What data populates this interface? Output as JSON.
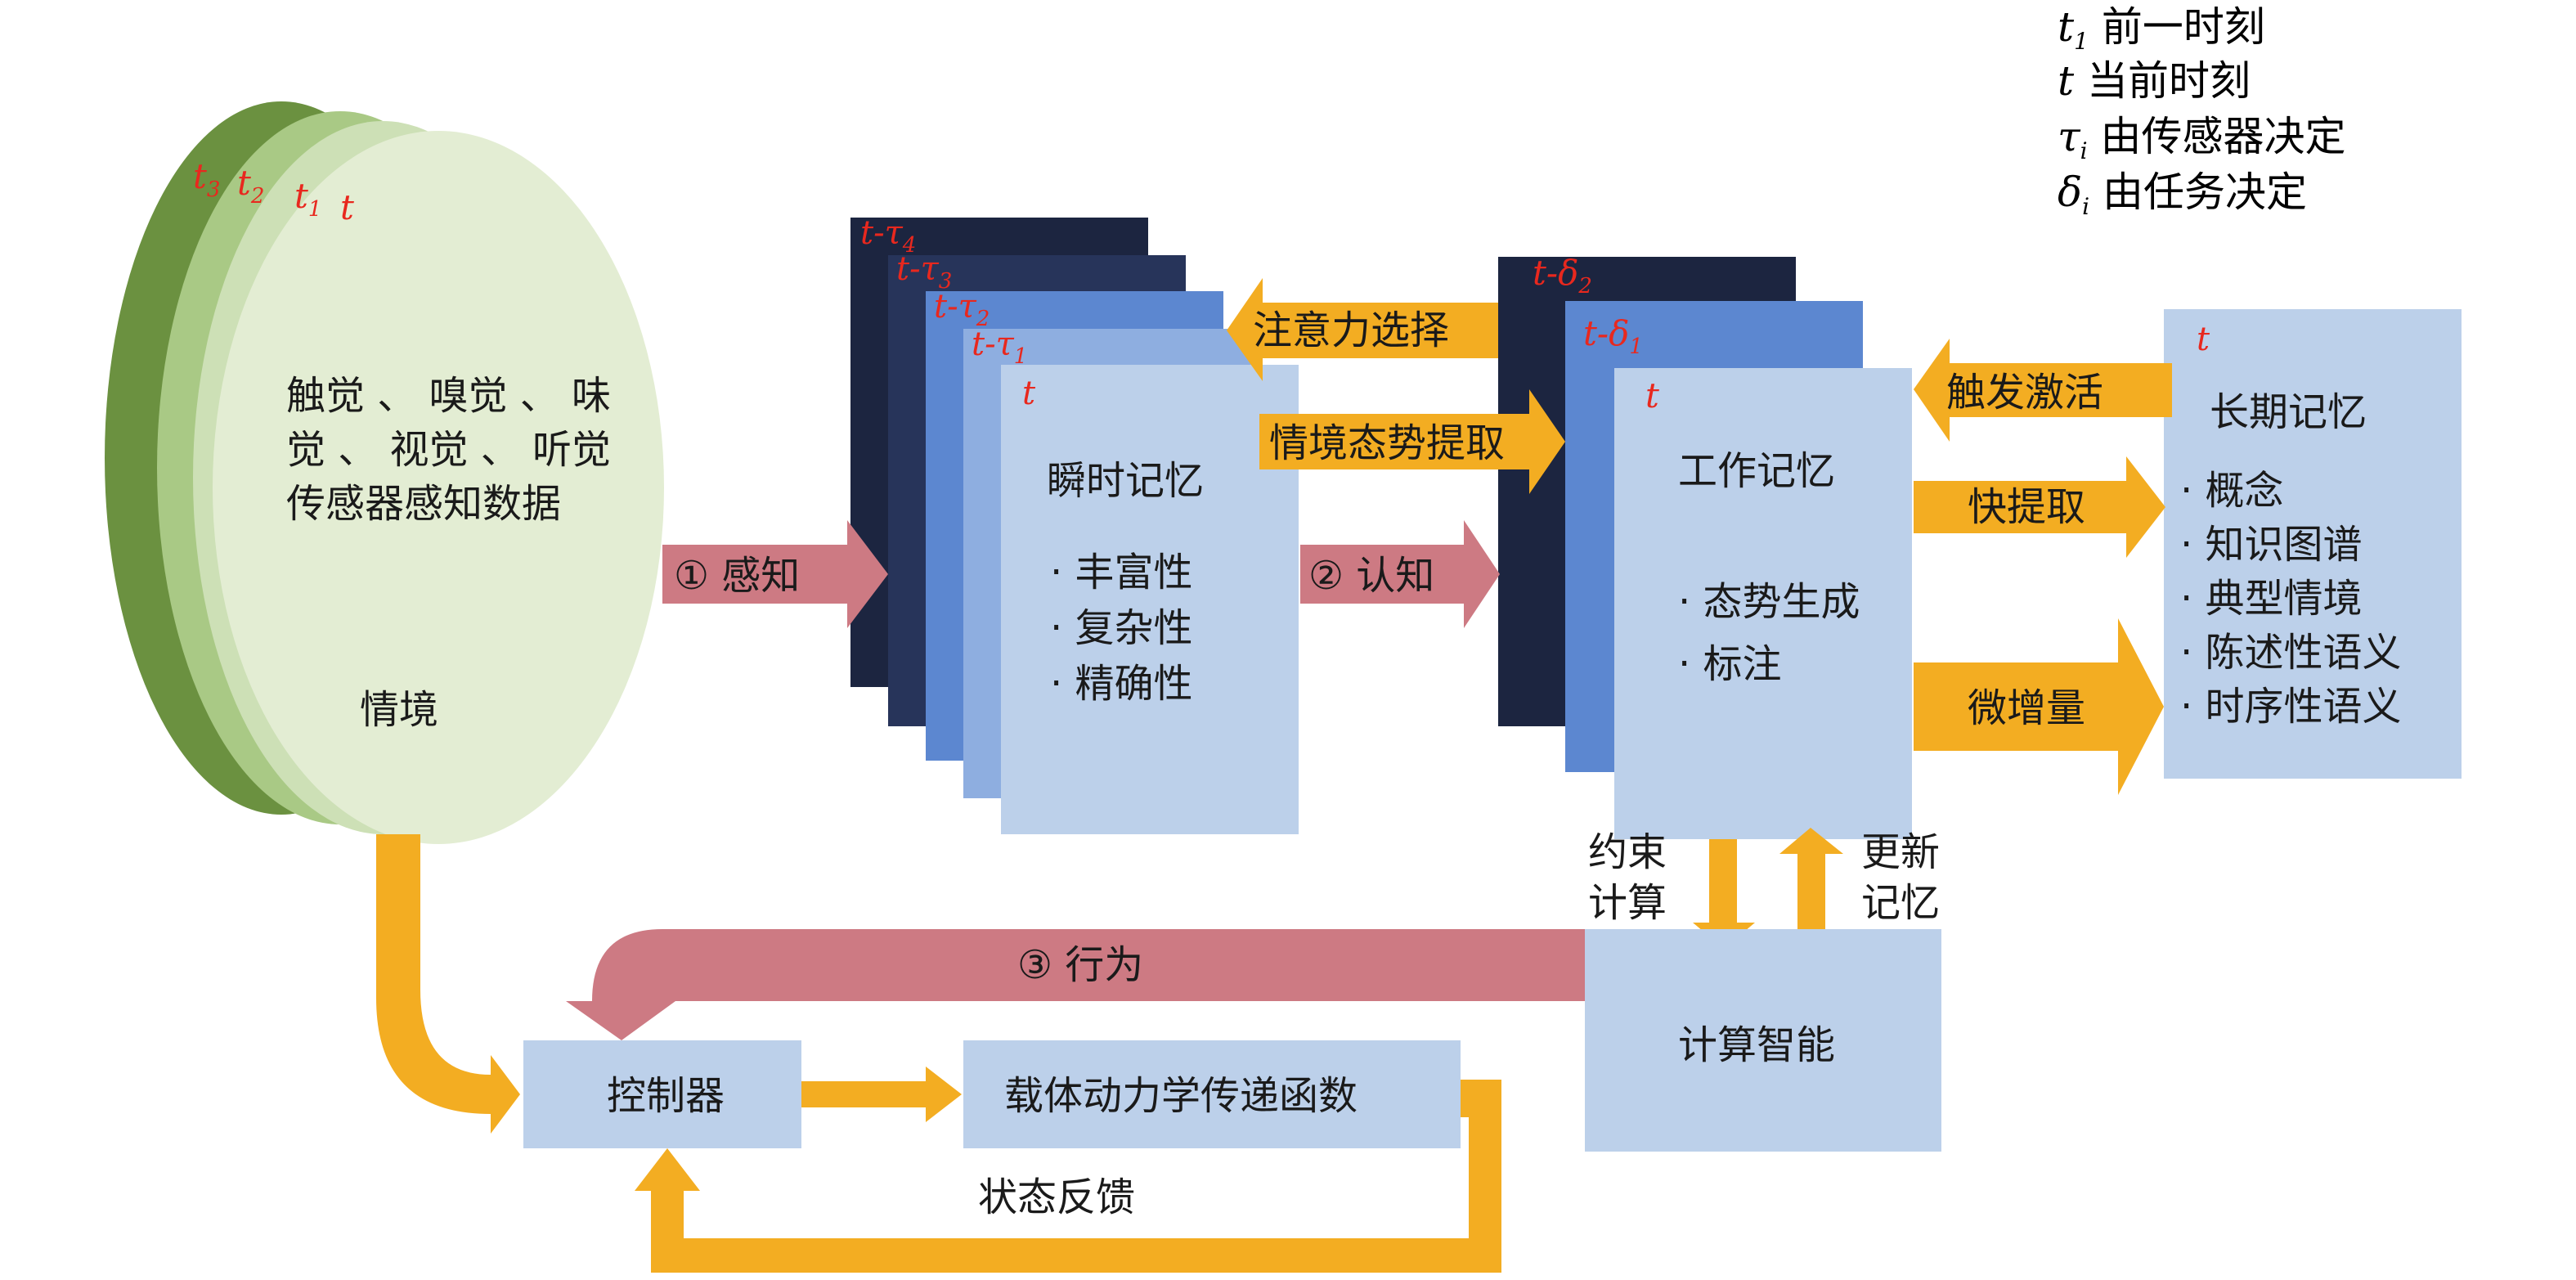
{
  "legend": [
    {
      "sym": "t",
      "sub": "1",
      "text": " 前一时刻"
    },
    {
      "sym": "t",
      "sub": "",
      "text": " 当前时刻"
    },
    {
      "sym": "τ",
      "sub": "i",
      "text": " 由传感器决定"
    },
    {
      "sym": "δ",
      "sub": "i",
      "text": " 由任务决定"
    }
  ],
  "situation": {
    "layers": [
      {
        "sym": "t",
        "sub": "3"
      },
      {
        "sym": "t",
        "sub": "2"
      },
      {
        "sym": "t",
        "sub": "1"
      },
      {
        "sym": "t",
        "sub": ""
      }
    ],
    "text_lines": [
      "触觉 、 嗅觉 、 味",
      "觉 、 视觉 、 听觉",
      "传感器感知数据"
    ],
    "label": "情境"
  },
  "sensory_memory": {
    "stack_labels": [
      "t-τ4",
      "t-τ3",
      "t-τ2",
      "t-τ1",
      "t"
    ],
    "title": "瞬时记忆",
    "items": [
      "·  丰富性",
      "·  复杂性",
      "·  精确性"
    ]
  },
  "working_memory": {
    "stack_labels": [
      "t-δ2",
      "t-δ1",
      "t"
    ],
    "title": "工作记忆",
    "items": [
      "· 态势生成",
      "· 标注"
    ]
  },
  "long_term_memory": {
    "time_label": "t",
    "title": "长期记忆",
    "items": [
      "·  概念",
      "·  知识图谱",
      "·  典型情境",
      "·  陈述性语义",
      "·  时序性语义"
    ]
  },
  "arrows": {
    "perception": "①  感知",
    "cognition": "②  认知",
    "behavior": "③  行为",
    "attention": "注意力选择",
    "situation_extract": "情境态势提取",
    "trigger": "触发激活",
    "fast_extract": "快提取",
    "micro_increment": "微增量",
    "constraint_calc": [
      "约束",
      "计算"
    ],
    "update_memory": [
      "更新",
      "记忆"
    ],
    "state_feedback": "状态反馈"
  },
  "controller": "控制器",
  "transfer_function": "载体动力学传递函数",
  "computing_intelligence": "计算智能",
  "colors": {
    "orange": "#f3ad22",
    "pink": "#cd7a83",
    "box_light": "#bcd0ea",
    "box_mid": "#8eaee0",
    "box_blue": "#5c87d0",
    "box_navy": "#27345a",
    "box_dark": "#1c2540",
    "green_dark": "#6b9140",
    "green_mid": "#a9c985",
    "green_light": "#cde0b6",
    "green_front": "#e3edd3",
    "time_red": "#e8281e"
  }
}
